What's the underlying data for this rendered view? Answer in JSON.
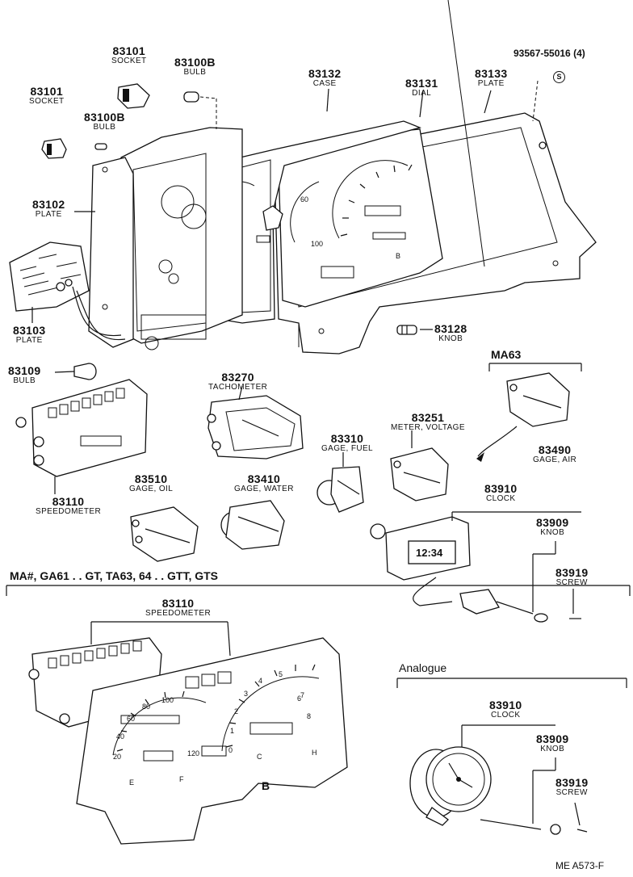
{
  "sheet_code": "ME  A573-F",
  "hardware_ref": {
    "number": "93567-55016 (4)",
    "symbol": "S"
  },
  "groups": {
    "ma63": "MA63",
    "models": "MA#, GA61 . . GT, TA63, 64 . . GTT, GTS",
    "analogue": "Analogue"
  },
  "parts": [
    {
      "id": "p01",
      "number": "83101",
      "name": "SOCKET"
    },
    {
      "id": "p02",
      "number": "83100B",
      "name": "BULB"
    },
    {
      "id": "p03",
      "number": "83132",
      "name": "CASE"
    },
    {
      "id": "p04",
      "number": "83131",
      "name": "DIAL"
    },
    {
      "id": "p05",
      "number": "83133",
      "name": "PLATE"
    },
    {
      "id": "p06",
      "number": "83101",
      "name": "SOCKET"
    },
    {
      "id": "p07",
      "number": "83100B",
      "name": "BULB"
    },
    {
      "id": "p08",
      "number": "83102",
      "name": "PLATE"
    },
    {
      "id": "p09",
      "number": "83103",
      "name": "PLATE"
    },
    {
      "id": "p10",
      "number": "83128",
      "name": "KNOB"
    },
    {
      "id": "p11",
      "number": "83109",
      "name": "BULB"
    },
    {
      "id": "p12",
      "number": "83270",
      "name": "TACHOMETER"
    },
    {
      "id": "p13",
      "number": "83251",
      "name": "METER, VOLTAGE"
    },
    {
      "id": "p14",
      "number": "83490",
      "name": "GAGE, AIR"
    },
    {
      "id": "p15",
      "number": "83310",
      "name": "GAGE, FUEL"
    },
    {
      "id": "p16",
      "number": "83110",
      "name": "SPEEDOMETER"
    },
    {
      "id": "p17",
      "number": "83510",
      "name": "GAGE, OIL"
    },
    {
      "id": "p18",
      "number": "83410",
      "name": "GAGE, WATER"
    },
    {
      "id": "p19",
      "number": "83910",
      "name": "CLOCK"
    },
    {
      "id": "p20",
      "number": "83909",
      "name": "KNOB"
    },
    {
      "id": "p21",
      "number": "83919",
      "name": "SCREW"
    },
    {
      "id": "p22",
      "number": "83110",
      "name": "SPEEDOMETER"
    },
    {
      "id": "p23",
      "number": "83910",
      "name": "CLOCK"
    },
    {
      "id": "p24",
      "number": "83909",
      "name": "KNOB"
    },
    {
      "id": "p25",
      "number": "83919",
      "name": "SCREW"
    }
  ],
  "dial_marks": {
    "speed_major": [
      "20",
      "40",
      "60",
      "80",
      "100",
      "120"
    ],
    "tacho_major": [
      "0",
      "1",
      "2",
      "3",
      "4",
      "5",
      "6",
      "7",
      "8"
    ],
    "digital_clock": "12:34",
    "bottom_letters": [
      "E",
      "F",
      "C",
      "H",
      "B"
    ]
  }
}
